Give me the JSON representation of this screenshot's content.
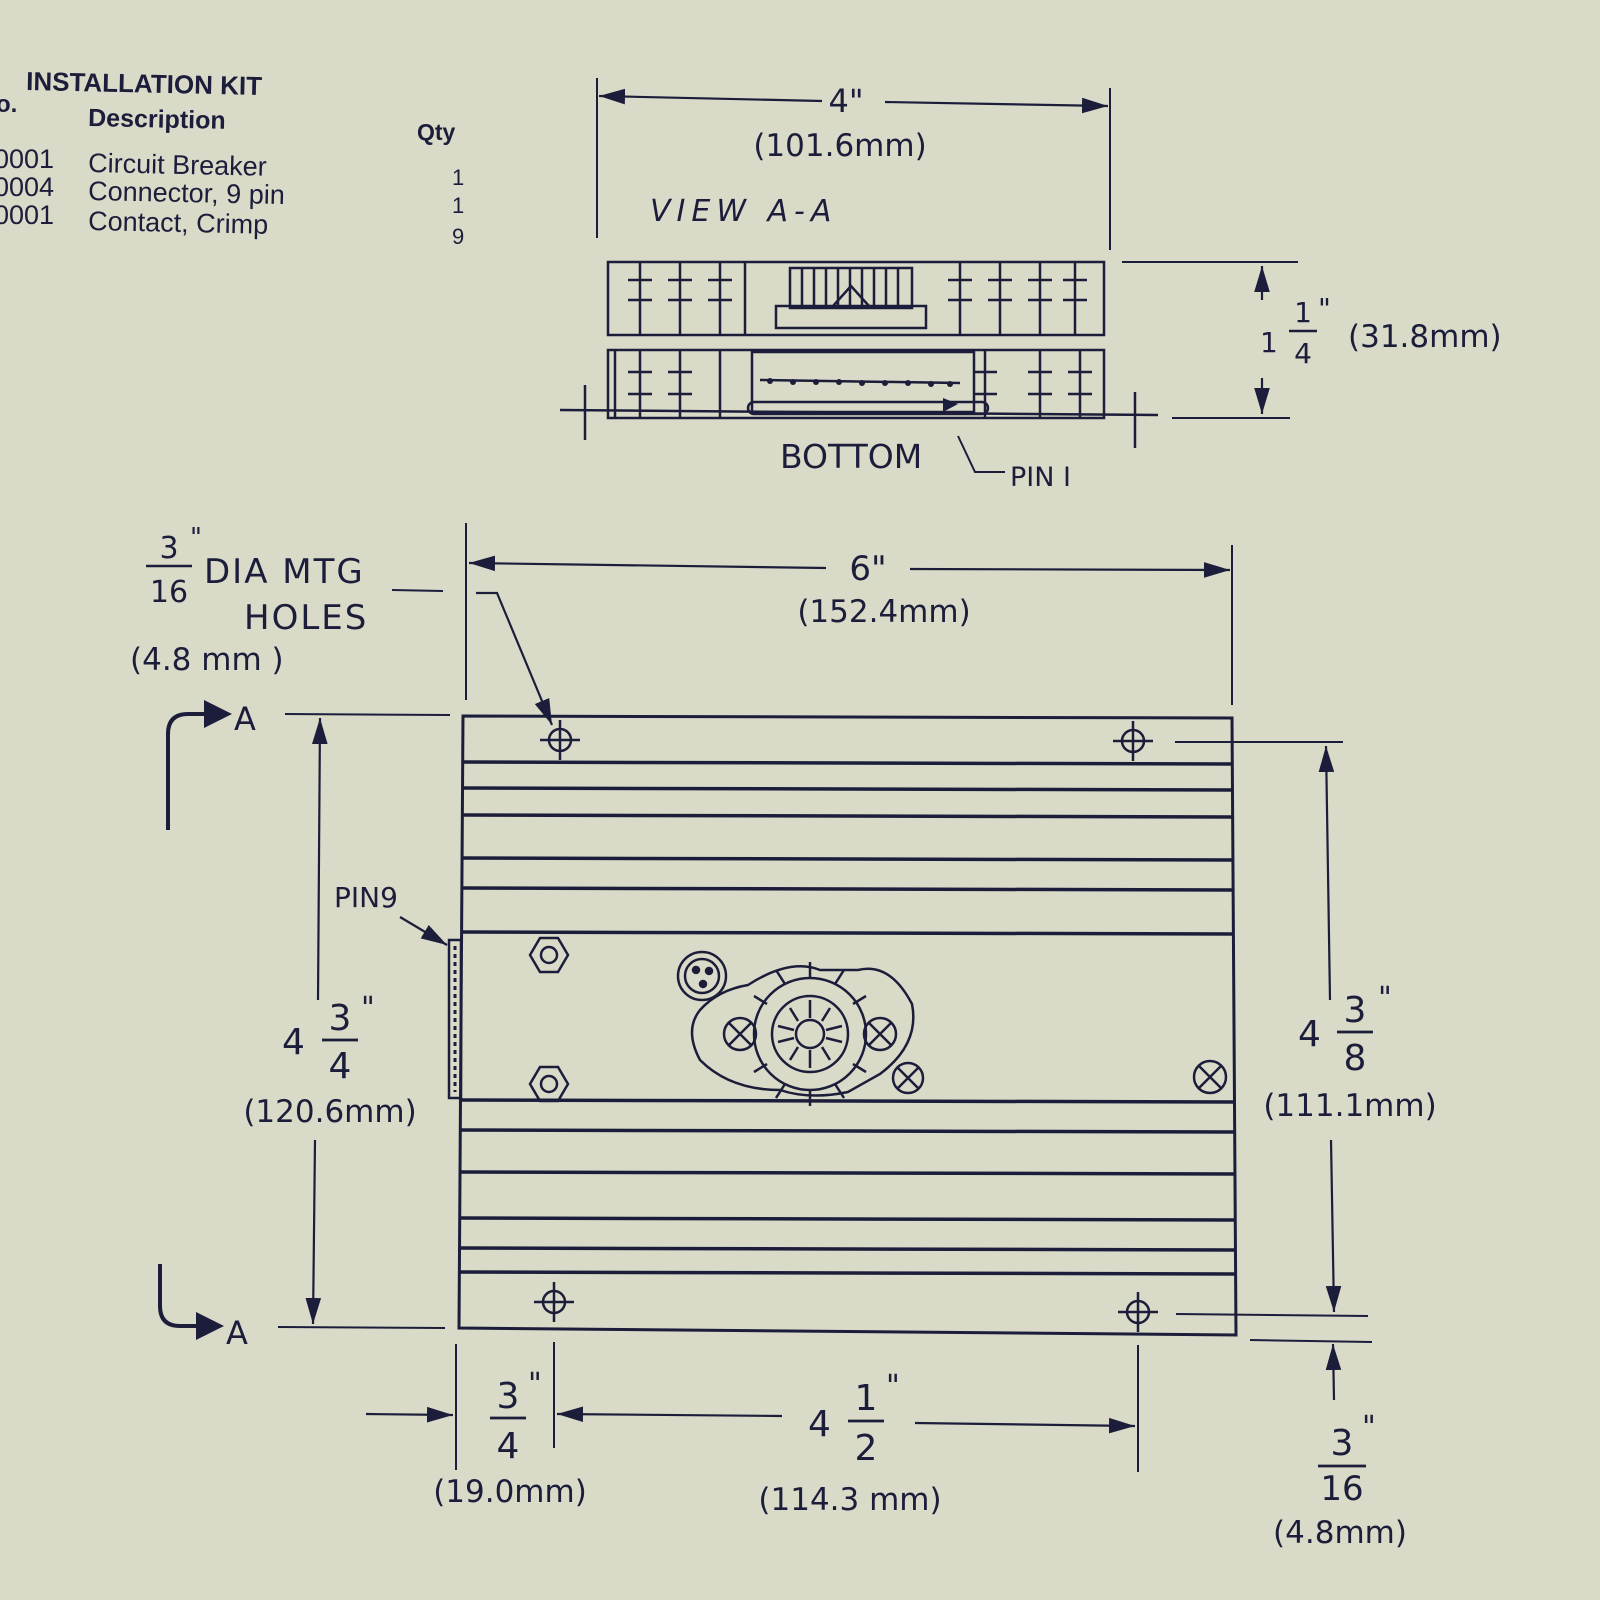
{
  "installation_kit": {
    "title": "INSTALLATION KIT",
    "col_no": "o.",
    "col_desc": "Description",
    "col_qty": "Qty",
    "rows": [
      {
        "part": "0001",
        "desc": "Circuit Breaker",
        "qty": "1"
      },
      {
        "part": "0004",
        "desc": "Connector, 9 pin",
        "qty": "1"
      },
      {
        "part": "0001",
        "desc": "Contact, Crimp",
        "qty": "9"
      }
    ]
  },
  "view_aa": {
    "label": "VIEW A-A",
    "width_in": "4\"",
    "width_mm": "(101.6mm)",
    "height_whole": "1",
    "height_num": "1",
    "height_den": "4",
    "height_inch": "\"",
    "height_mm": "(31.8mm)",
    "bottom_label": "BOTTOM",
    "pin1_label": "PIN I"
  },
  "plan": {
    "holes_num": "3",
    "holes_den": "16",
    "holes_inch": "\"",
    "holes_text1": "DIA MTG",
    "holes_text2": "HOLES",
    "holes_mm": "(4.8 mm )",
    "width_in": "6\"",
    "width_mm": "(152.4mm)",
    "section_a": "A",
    "pin9_label": "PIN9",
    "left_whole": "4",
    "left_num": "3",
    "left_den": "4",
    "left_inch": "\"",
    "left_mm": "(120.6mm)",
    "right_whole": "4",
    "right_num": "3",
    "right_den": "8",
    "right_inch": "\"",
    "right_mm": "(111.1mm)",
    "bl_num": "3",
    "bl_den": "4",
    "bl_inch": "\"",
    "bl_mm": "(19.0mm)",
    "bm_whole": "4",
    "bm_num": "1",
    "bm_den": "2",
    "bm_inch": "\"",
    "bm_mm": "(114.3 mm)",
    "br_num": "3",
    "br_den": "16",
    "br_inch": "\"",
    "br_mm": "(4.8mm)"
  },
  "colors": {
    "paper": "#d9dbc8",
    "ink": "#1c1d3a"
  }
}
